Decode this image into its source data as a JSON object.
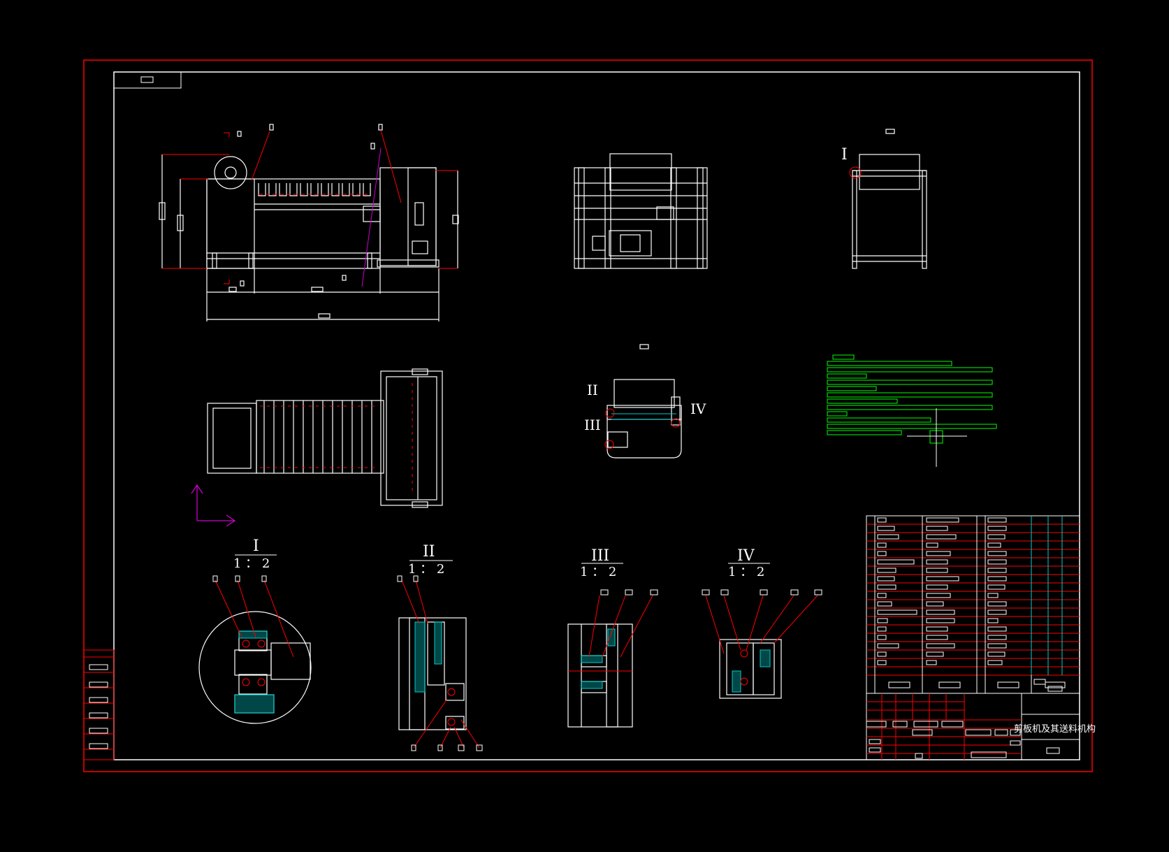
{
  "drawing": {
    "title": "剪板机及其送料机构",
    "detail_markers": [
      "I",
      "II",
      "III",
      "IV"
    ],
    "detail_views": [
      {
        "label": "I",
        "scale": "1 ： 2"
      },
      {
        "label": "II",
        "scale": "1 ： 2"
      },
      {
        "label": "III",
        "scale": "1 ： 2"
      },
      {
        "label": "IV",
        "scale": "1 ： 2"
      }
    ]
  },
  "colors": {
    "background": "#000000",
    "outer_border": "#ff0000",
    "lines": "#ffffff",
    "annotations": "#ff0000",
    "leaders": "#cc00cc",
    "notes": "#00ff00",
    "hatch": "#00cccc"
  }
}
